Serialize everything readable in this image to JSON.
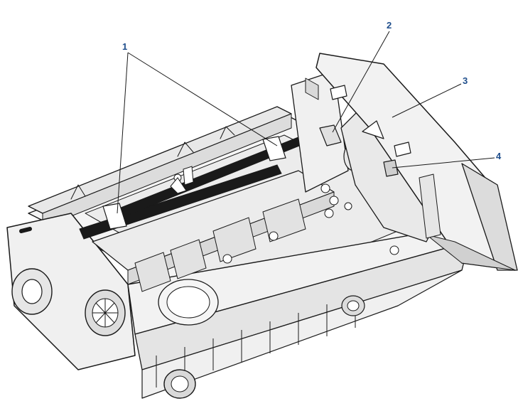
{
  "callouts": [
    {
      "id": "1",
      "label": "1"
    },
    {
      "id": "2",
      "label": "2"
    },
    {
      "id": "3",
      "label": "3"
    },
    {
      "id": "4",
      "label": "4"
    }
  ],
  "colors": {
    "callout_text": "#1f4e8c",
    "leader_line": "#1a1a1a",
    "body_fill": "#f2f2f2",
    "body_shade": "#d9d9d9",
    "belt": "#1a1a1a"
  }
}
